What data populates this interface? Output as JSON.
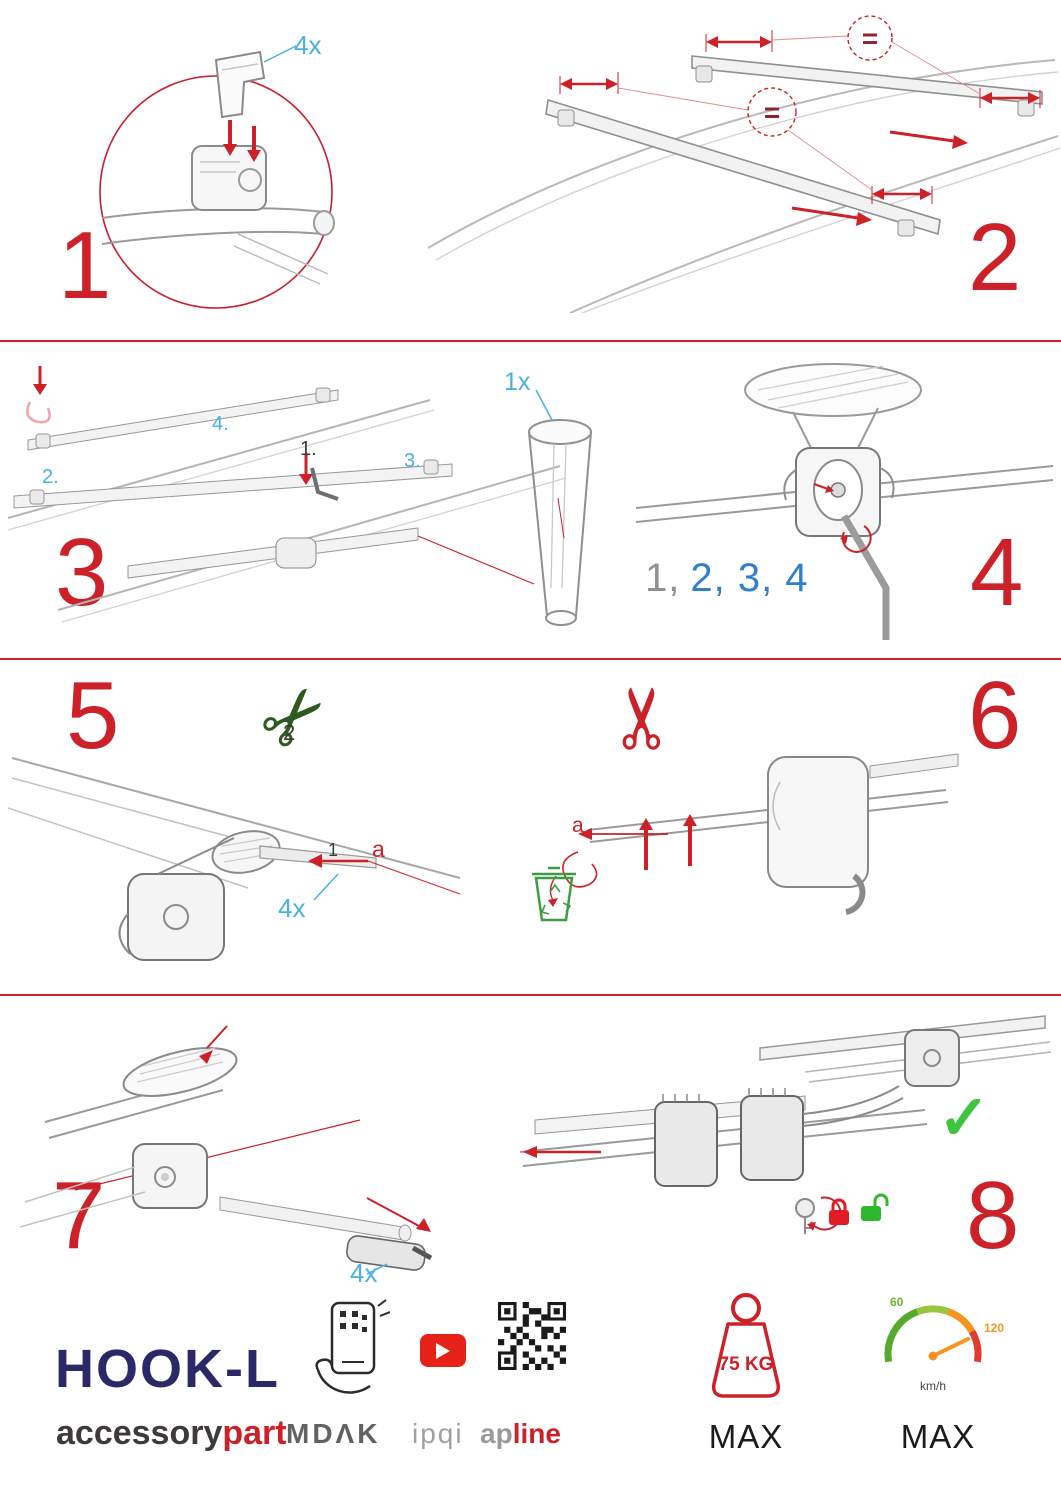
{
  "steps": {
    "one": {
      "num": "1",
      "qty": "4x"
    },
    "two": {
      "num": "2",
      "eq1": "=",
      "eq2": "="
    },
    "three": {
      "num": "3",
      "qty": "1x",
      "l1": "1.",
      "l2": "2.",
      "l3": "3.",
      "l4": "4."
    },
    "four": {
      "num": "4",
      "seq_gray": "1,",
      "seq_blue": "2, 3, 4"
    },
    "five": {
      "num": "5",
      "qty": "4x",
      "n1": "1",
      "n2": "2",
      "a": "a"
    },
    "six": {
      "num": "6",
      "a": "a"
    },
    "seven": {
      "num": "7",
      "qty": "4x"
    },
    "eight": {
      "num": "8"
    }
  },
  "icons": {
    "scissors": "✂",
    "check": "✓"
  },
  "footer": {
    "product": "HOOK-L",
    "brand_dark": "accessory",
    "brand_red": "part",
    "logo_mdak": "MDΛK",
    "logo_ipqi": "ipqi",
    "logo_ap": "ap",
    "logo_line": "line",
    "weight_value": "75 KG",
    "weight_max": "MAX",
    "speed_min": "60",
    "speed_high": "120",
    "speed_unit": "km/h",
    "speed_max": "MAX"
  }
}
